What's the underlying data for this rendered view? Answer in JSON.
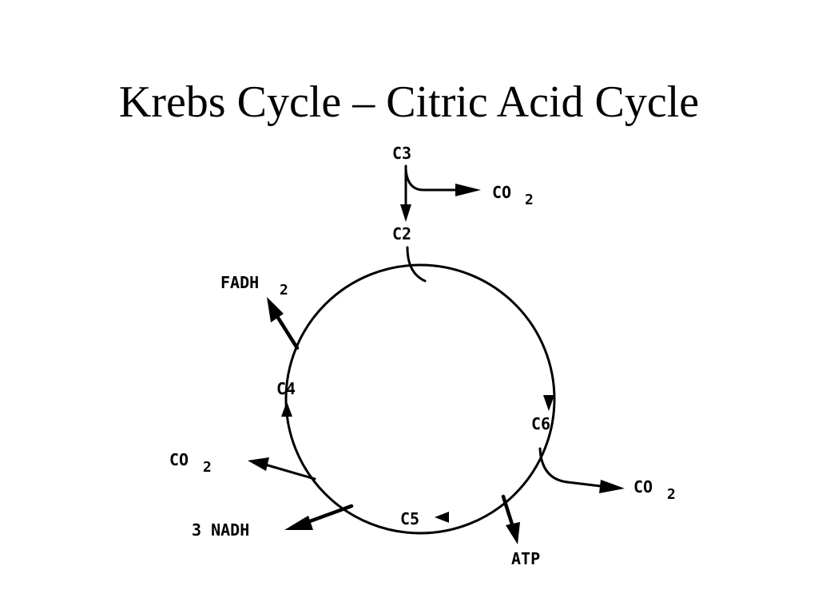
{
  "slide": {
    "title": "Krebs Cycle – Citric Acid Cycle"
  },
  "diagram": {
    "labels": {
      "c3": "C3",
      "c2": "C2",
      "c6": "C6",
      "c5": "C5",
      "c4": "C4",
      "co2_top": "CO",
      "co2_top_sub": "2",
      "co2_right": "CO",
      "co2_right_sub": "2",
      "co2_left": "CO",
      "co2_left_sub": "2",
      "fadh2": "FADH",
      "fadh2_sub": "2",
      "atp": "ATP",
      "nadh": "3 NADH"
    }
  }
}
